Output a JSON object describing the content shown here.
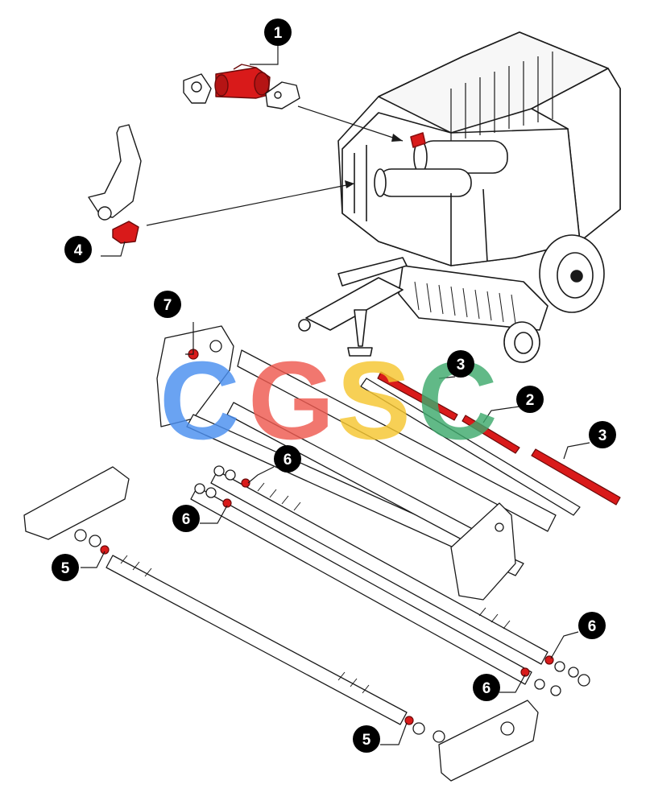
{
  "callouts": [
    {
      "label": "1"
    },
    {
      "label": "2"
    },
    {
      "label": "3"
    },
    {
      "label": "3"
    },
    {
      "label": "4"
    },
    {
      "label": "5"
    },
    {
      "label": "5"
    },
    {
      "label": "6"
    },
    {
      "label": "6"
    },
    {
      "label": "6"
    },
    {
      "label": "6"
    },
    {
      "label": "7"
    }
  ],
  "watermark": {
    "letters": [
      "C",
      "G",
      "S",
      "C"
    ],
    "colors": [
      "#4a8ff0",
      "#ef5a50",
      "#f6c630",
      "#3faa6d"
    ]
  },
  "colors": {
    "line": "#1a1a1a",
    "highlight": "#d91a1a",
    "highlight_dark": "#8a0f0f",
    "callout_fill": "#000000"
  }
}
